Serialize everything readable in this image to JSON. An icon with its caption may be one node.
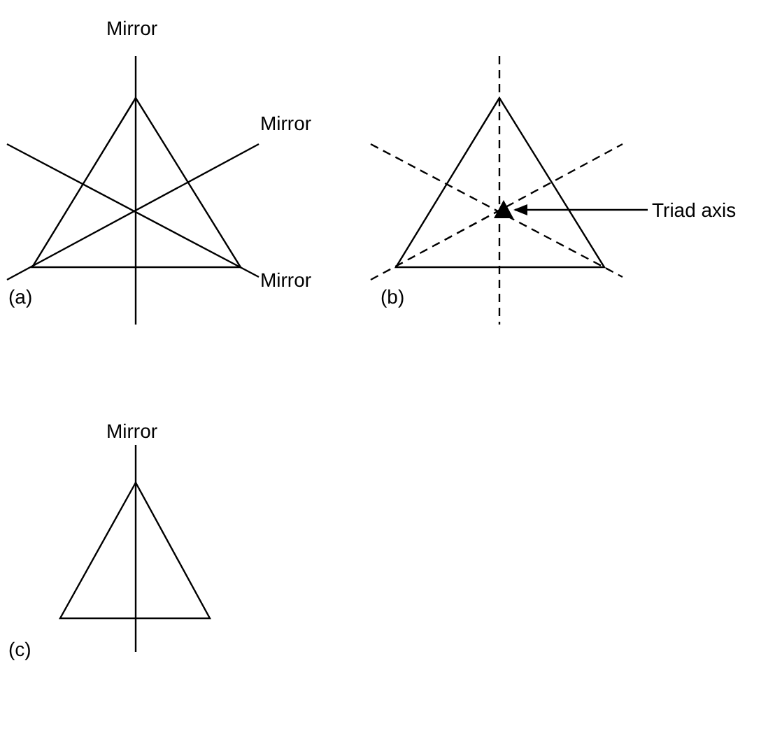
{
  "diagram": {
    "nodes": [
      {
        "text": [
          "Triad axis"
        ]
      },
      {
        "text": [],
        "shape": "triangle"
      }
    ],
    "edges": [
      {
        "from": 0,
        "to": 1,
        "arrow": "to"
      }
    ],
    "labels": [
      "Mirror",
      "Mirror",
      "Mirror",
      "(a)",
      "(b)",
      "Mirror",
      "(c)"
    ]
  }
}
